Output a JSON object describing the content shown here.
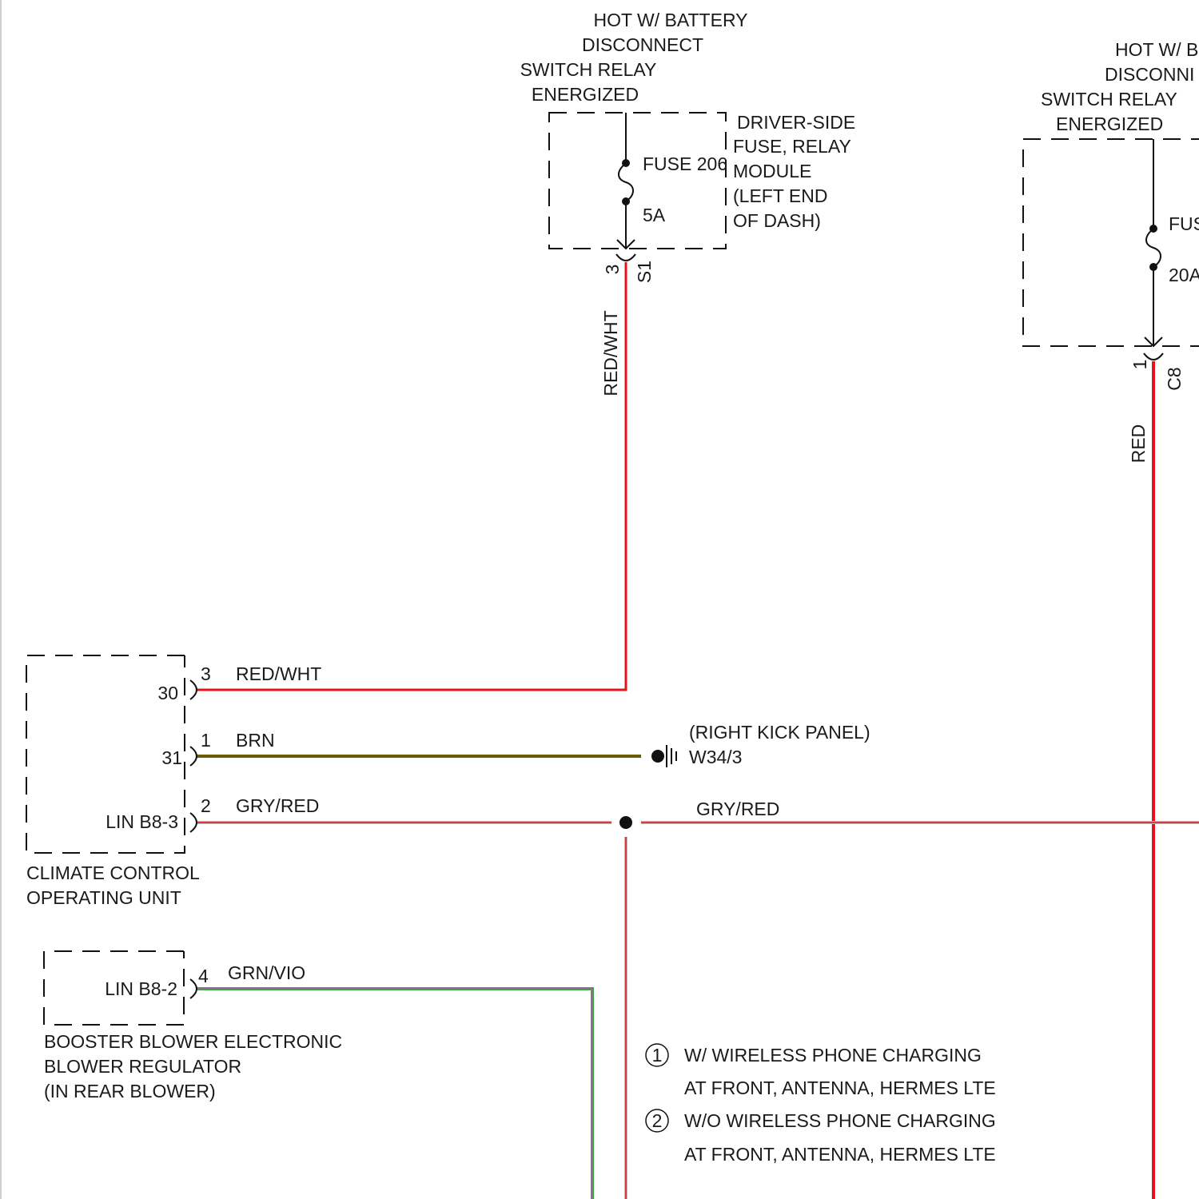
{
  "colors": {
    "red": "#e8101a",
    "brown": "#6b5a00",
    "gray": "#b9b9b9",
    "green": "#3daa3d",
    "violet": "#a05aa8",
    "line": "#111111"
  },
  "fuse_module_1": {
    "hot_label": [
      "HOT W/ BATTERY",
      "DISCONNECT",
      "SWITCH RELAY",
      "ENERGIZED"
    ],
    "fuse_name": "FUSE 206",
    "fuse_rating": "5A",
    "module_label": [
      "DRIVER-SIDE",
      "FUSE, RELAY",
      "MODULE",
      "(LEFT END",
      "OF DASH)"
    ],
    "pin": "3",
    "connector": "S1"
  },
  "fuse_module_2": {
    "hot_label": [
      "HOT W/ B",
      "DISCONNI",
      "SWITCH RELAY",
      "ENERGIZED"
    ],
    "fuse_name": "FUS",
    "fuse_rating": "20A",
    "pin": "1",
    "connector": "C8"
  },
  "wires": {
    "red_wht_vertical": "RED/WHT",
    "red_vertical": "RED",
    "red_wht": "RED/WHT",
    "brn": "BRN",
    "gry_red_left": "GRY/RED",
    "gry_red_right": "GRY/RED",
    "grn_vio": "GRN/VIO"
  },
  "climate_unit": {
    "name": [
      "CLIMATE CONTROL",
      "OPERATING UNIT"
    ],
    "terminals": [
      {
        "pin": "3",
        "label": "30"
      },
      {
        "pin": "1",
        "label": "31"
      },
      {
        "pin": "2",
        "label": "LIN B8-3"
      }
    ]
  },
  "ground": {
    "location": "(RIGHT KICK PANEL)",
    "id": "W34/3"
  },
  "blower_regulator": {
    "name": [
      "BOOSTER BLOWER ELECTRONIC",
      "BLOWER REGULATOR",
      "(IN REAR BLOWER)"
    ],
    "pin": "4",
    "label": "LIN B8-2"
  },
  "notes": [
    {
      "num": "1",
      "lines": [
        "W/ WIRELESS PHONE CHARGING",
        "AT FRONT, ANTENNA, HERMES LTE"
      ]
    },
    {
      "num": "2",
      "lines": [
        "W/O WIRELESS PHONE CHARGING",
        "AT FRONT, ANTENNA, HERMES LTE"
      ]
    }
  ]
}
